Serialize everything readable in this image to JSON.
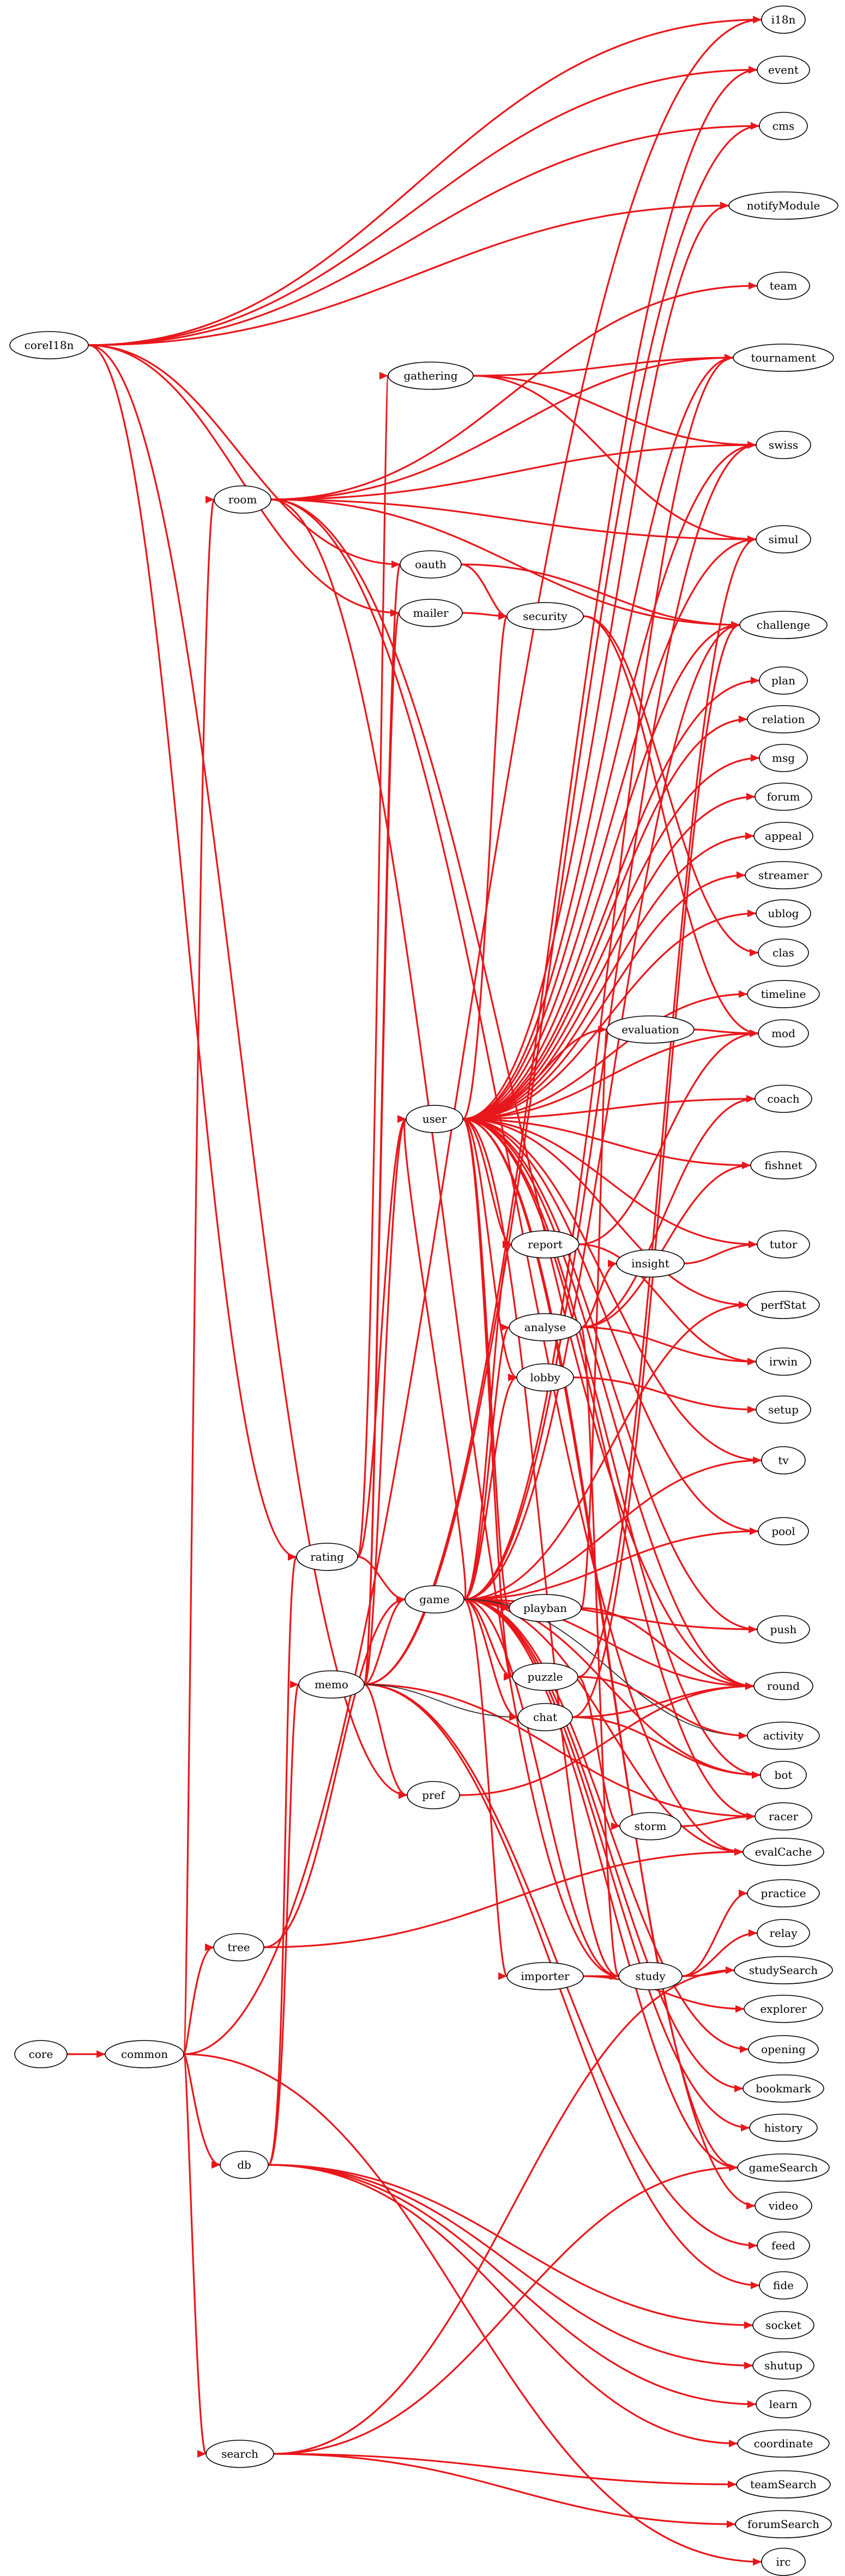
{
  "colors": {
    "edge_red": "#e8171b",
    "edge_black": "#2b2b2b",
    "node_stroke": "#000000",
    "background": "#ffffff"
  },
  "nodes": [
    {
      "id": "coreI18n",
      "label": "coreI18n"
    },
    {
      "id": "core",
      "label": "core"
    },
    {
      "id": "common",
      "label": "common"
    },
    {
      "id": "room",
      "label": "room"
    },
    {
      "id": "tree",
      "label": "tree"
    },
    {
      "id": "db",
      "label": "db"
    },
    {
      "id": "search",
      "label": "search"
    },
    {
      "id": "rating",
      "label": "rating"
    },
    {
      "id": "memo",
      "label": "memo"
    },
    {
      "id": "user",
      "label": "user"
    },
    {
      "id": "game",
      "label": "game"
    },
    {
      "id": "pref",
      "label": "pref"
    },
    {
      "id": "gathering",
      "label": "gathering"
    },
    {
      "id": "oauth",
      "label": "oauth"
    },
    {
      "id": "mailer",
      "label": "mailer"
    },
    {
      "id": "security",
      "label": "security"
    },
    {
      "id": "report",
      "label": "report"
    },
    {
      "id": "analyse",
      "label": "analyse"
    },
    {
      "id": "lobby",
      "label": "lobby"
    },
    {
      "id": "playban",
      "label": "playban"
    },
    {
      "id": "puzzle",
      "label": "puzzle"
    },
    {
      "id": "chat",
      "label": "chat"
    },
    {
      "id": "importer",
      "label": "importer"
    },
    {
      "id": "evaluation",
      "label": "evaluation"
    },
    {
      "id": "insight",
      "label": "insight"
    },
    {
      "id": "storm",
      "label": "storm"
    },
    {
      "id": "study",
      "label": "study"
    },
    {
      "id": "i18n",
      "label": "i18n"
    },
    {
      "id": "event",
      "label": "event"
    },
    {
      "id": "cms",
      "label": "cms"
    },
    {
      "id": "notifyModule",
      "label": "notifyModule"
    },
    {
      "id": "team",
      "label": "team"
    },
    {
      "id": "tournament",
      "label": "tournament"
    },
    {
      "id": "swiss",
      "label": "swiss"
    },
    {
      "id": "simul",
      "label": "simul"
    },
    {
      "id": "challenge",
      "label": "challenge"
    },
    {
      "id": "plan",
      "label": "plan"
    },
    {
      "id": "relation",
      "label": "relation"
    },
    {
      "id": "msg",
      "label": "msg"
    },
    {
      "id": "forum",
      "label": "forum"
    },
    {
      "id": "appeal",
      "label": "appeal"
    },
    {
      "id": "streamer",
      "label": "streamer"
    },
    {
      "id": "ublog",
      "label": "ublog"
    },
    {
      "id": "clas",
      "label": "clas"
    },
    {
      "id": "timeline",
      "label": "timeline"
    },
    {
      "id": "mod",
      "label": "mod"
    },
    {
      "id": "coach",
      "label": "coach"
    },
    {
      "id": "fishnet",
      "label": "fishnet"
    },
    {
      "id": "tutor",
      "label": "tutor"
    },
    {
      "id": "perfStat",
      "label": "perfStat"
    },
    {
      "id": "irwin",
      "label": "irwin"
    },
    {
      "id": "setup",
      "label": "setup"
    },
    {
      "id": "tv",
      "label": "tv"
    },
    {
      "id": "pool",
      "label": "pool"
    },
    {
      "id": "push",
      "label": "push"
    },
    {
      "id": "round",
      "label": "round"
    },
    {
      "id": "activity",
      "label": "activity"
    },
    {
      "id": "bot",
      "label": "bot"
    },
    {
      "id": "racer",
      "label": "racer"
    },
    {
      "id": "evalCache",
      "label": "evalCache"
    },
    {
      "id": "practice",
      "label": "practice"
    },
    {
      "id": "relay",
      "label": "relay"
    },
    {
      "id": "studySearch",
      "label": "studySearch"
    },
    {
      "id": "explorer",
      "label": "explorer"
    },
    {
      "id": "opening",
      "label": "opening"
    },
    {
      "id": "bookmark",
      "label": "bookmark"
    },
    {
      "id": "history",
      "label": "history"
    },
    {
      "id": "gameSearch",
      "label": "gameSearch"
    },
    {
      "id": "video",
      "label": "video"
    },
    {
      "id": "feed",
      "label": "feed"
    },
    {
      "id": "fide",
      "label": "fide"
    },
    {
      "id": "socket",
      "label": "socket"
    },
    {
      "id": "shutup",
      "label": "shutup"
    },
    {
      "id": "learn",
      "label": "learn"
    },
    {
      "id": "coordinate",
      "label": "coordinate"
    },
    {
      "id": "teamSearch",
      "label": "teamSearch"
    },
    {
      "id": "forumSearch",
      "label": "forumSearch"
    },
    {
      "id": "irc",
      "label": "irc"
    }
  ],
  "edges": [
    {
      "from": "coreI18n",
      "to": "i18n"
    },
    {
      "from": "coreI18n",
      "to": "event"
    },
    {
      "from": "coreI18n",
      "to": "cms"
    },
    {
      "from": "coreI18n",
      "to": "notifyModule"
    },
    {
      "from": "coreI18n",
      "to": "oauth"
    },
    {
      "from": "coreI18n",
      "to": "mailer"
    },
    {
      "from": "coreI18n",
      "to": "rating"
    },
    {
      "from": "coreI18n",
      "to": "pref"
    },
    {
      "from": "core",
      "to": "common"
    },
    {
      "from": "common",
      "to": "i18n"
    },
    {
      "from": "common",
      "to": "room"
    },
    {
      "from": "common",
      "to": "tree"
    },
    {
      "from": "common",
      "to": "db"
    },
    {
      "from": "common",
      "to": "search"
    },
    {
      "from": "common",
      "to": "irc"
    },
    {
      "from": "room",
      "to": "team"
    },
    {
      "from": "room",
      "to": "tournament"
    },
    {
      "from": "room",
      "to": "swiss"
    },
    {
      "from": "room",
      "to": "simul"
    },
    {
      "from": "room",
      "to": "challenge"
    },
    {
      "from": "room",
      "to": "round"
    },
    {
      "from": "room",
      "to": "study"
    },
    {
      "from": "room",
      "to": "evalCache"
    },
    {
      "from": "gathering",
      "to": "tournament"
    },
    {
      "from": "gathering",
      "to": "swiss"
    },
    {
      "from": "gathering",
      "to": "simul"
    },
    {
      "from": "oauth",
      "to": "security"
    },
    {
      "from": "oauth",
      "to": "challenge"
    },
    {
      "from": "mailer",
      "to": "security"
    },
    {
      "from": "security",
      "to": "mod"
    },
    {
      "from": "security",
      "to": "clas"
    },
    {
      "from": "db",
      "to": "memo"
    },
    {
      "from": "db",
      "to": "rating"
    },
    {
      "from": "db",
      "to": "socket"
    },
    {
      "from": "db",
      "to": "shutup"
    },
    {
      "from": "db",
      "to": "learn"
    },
    {
      "from": "db",
      "to": "coordinate"
    },
    {
      "from": "tree",
      "to": "game"
    },
    {
      "from": "tree",
      "to": "evalCache"
    },
    {
      "from": "search",
      "to": "gameSearch"
    },
    {
      "from": "search",
      "to": "studySearch"
    },
    {
      "from": "search",
      "to": "teamSearch"
    },
    {
      "from": "search",
      "to": "forumSearch"
    },
    {
      "from": "rating",
      "to": "user"
    },
    {
      "from": "rating",
      "to": "game"
    },
    {
      "from": "rating",
      "to": "gathering"
    },
    {
      "from": "memo",
      "to": "user"
    },
    {
      "from": "memo",
      "to": "game"
    },
    {
      "from": "memo",
      "to": "pref"
    },
    {
      "from": "memo",
      "to": "event"
    },
    {
      "from": "memo",
      "to": "cms"
    },
    {
      "from": "memo",
      "to": "oauth"
    },
    {
      "from": "memo",
      "to": "mailer"
    },
    {
      "from": "memo",
      "to": "feed"
    },
    {
      "from": "memo",
      "to": "fide"
    },
    {
      "from": "memo",
      "to": "racer"
    },
    {
      "from": "memo",
      "to": "chat",
      "black": true
    },
    {
      "from": "user",
      "to": "notifyModule"
    },
    {
      "from": "user",
      "to": "security"
    },
    {
      "from": "user",
      "to": "tournament"
    },
    {
      "from": "user",
      "to": "swiss"
    },
    {
      "from": "user",
      "to": "simul"
    },
    {
      "from": "user",
      "to": "challenge"
    },
    {
      "from": "user",
      "to": "plan"
    },
    {
      "from": "user",
      "to": "relation"
    },
    {
      "from": "user",
      "to": "msg"
    },
    {
      "from": "user",
      "to": "forum"
    },
    {
      "from": "user",
      "to": "appeal"
    },
    {
      "from": "user",
      "to": "streamer"
    },
    {
      "from": "user",
      "to": "ublog"
    },
    {
      "from": "user",
      "to": "timeline"
    },
    {
      "from": "user",
      "to": "evaluation"
    },
    {
      "from": "user",
      "to": "mod"
    },
    {
      "from": "user",
      "to": "coach"
    },
    {
      "from": "user",
      "to": "fishnet"
    },
    {
      "from": "user",
      "to": "tutor"
    },
    {
      "from": "user",
      "to": "report"
    },
    {
      "from": "user",
      "to": "perfStat"
    },
    {
      "from": "user",
      "to": "lobby"
    },
    {
      "from": "user",
      "to": "tv"
    },
    {
      "from": "user",
      "to": "pool"
    },
    {
      "from": "user",
      "to": "push"
    },
    {
      "from": "user",
      "to": "round"
    },
    {
      "from": "user",
      "to": "puzzle"
    },
    {
      "from": "user",
      "to": "playban"
    },
    {
      "from": "user",
      "to": "bot"
    },
    {
      "from": "user",
      "to": "racer"
    },
    {
      "from": "user",
      "to": "study"
    },
    {
      "from": "user",
      "to": "gameSearch"
    },
    {
      "from": "user",
      "to": "video"
    },
    {
      "from": "game",
      "to": "user"
    },
    {
      "from": "game",
      "to": "report"
    },
    {
      "from": "game",
      "to": "analyse"
    },
    {
      "from": "game",
      "to": "lobby"
    },
    {
      "from": "game",
      "to": "playban"
    },
    {
      "from": "game",
      "to": "puzzle"
    },
    {
      "from": "game",
      "to": "chat"
    },
    {
      "from": "game",
      "to": "round"
    },
    {
      "from": "game",
      "to": "tv"
    },
    {
      "from": "game",
      "to": "pool"
    },
    {
      "from": "game",
      "to": "push"
    },
    {
      "from": "game",
      "to": "perfStat"
    },
    {
      "from": "game",
      "to": "tournament"
    },
    {
      "from": "game",
      "to": "swiss"
    },
    {
      "from": "game",
      "to": "importer"
    },
    {
      "from": "game",
      "to": "study"
    },
    {
      "from": "game",
      "to": "bot"
    },
    {
      "from": "game",
      "to": "evalCache"
    },
    {
      "from": "game",
      "to": "opening"
    },
    {
      "from": "game",
      "to": "bookmark"
    },
    {
      "from": "game",
      "to": "history"
    },
    {
      "from": "game",
      "to": "gameSearch"
    },
    {
      "from": "game",
      "to": "challenge"
    },
    {
      "from": "game",
      "to": "activity",
      "black": true
    },
    {
      "from": "pref",
      "to": "round"
    },
    {
      "from": "report",
      "to": "mod"
    },
    {
      "from": "report",
      "to": "irwin"
    },
    {
      "from": "analyse",
      "to": "insight"
    },
    {
      "from": "analyse",
      "to": "irwin"
    },
    {
      "from": "analyse",
      "to": "coach"
    },
    {
      "from": "analyse",
      "to": "fishnet"
    },
    {
      "from": "analyse",
      "to": "study"
    },
    {
      "from": "lobby",
      "to": "setup"
    },
    {
      "from": "playban",
      "to": "round"
    },
    {
      "from": "playban",
      "to": "evaluation"
    },
    {
      "from": "puzzle",
      "to": "storm"
    },
    {
      "from": "puzzle",
      "to": "activity"
    },
    {
      "from": "puzzle",
      "to": "simul"
    },
    {
      "from": "chat",
      "to": "round"
    },
    {
      "from": "chat",
      "to": "bot"
    },
    {
      "from": "chat",
      "to": "challenge"
    },
    {
      "from": "evaluation",
      "to": "mod"
    },
    {
      "from": "insight",
      "to": "tutor"
    },
    {
      "from": "storm",
      "to": "racer"
    },
    {
      "from": "importer",
      "to": "study"
    },
    {
      "from": "importer",
      "to": "explorer"
    },
    {
      "from": "study",
      "to": "practice"
    },
    {
      "from": "study",
      "to": "relay"
    },
    {
      "from": "study",
      "to": "studySearch"
    }
  ]
}
